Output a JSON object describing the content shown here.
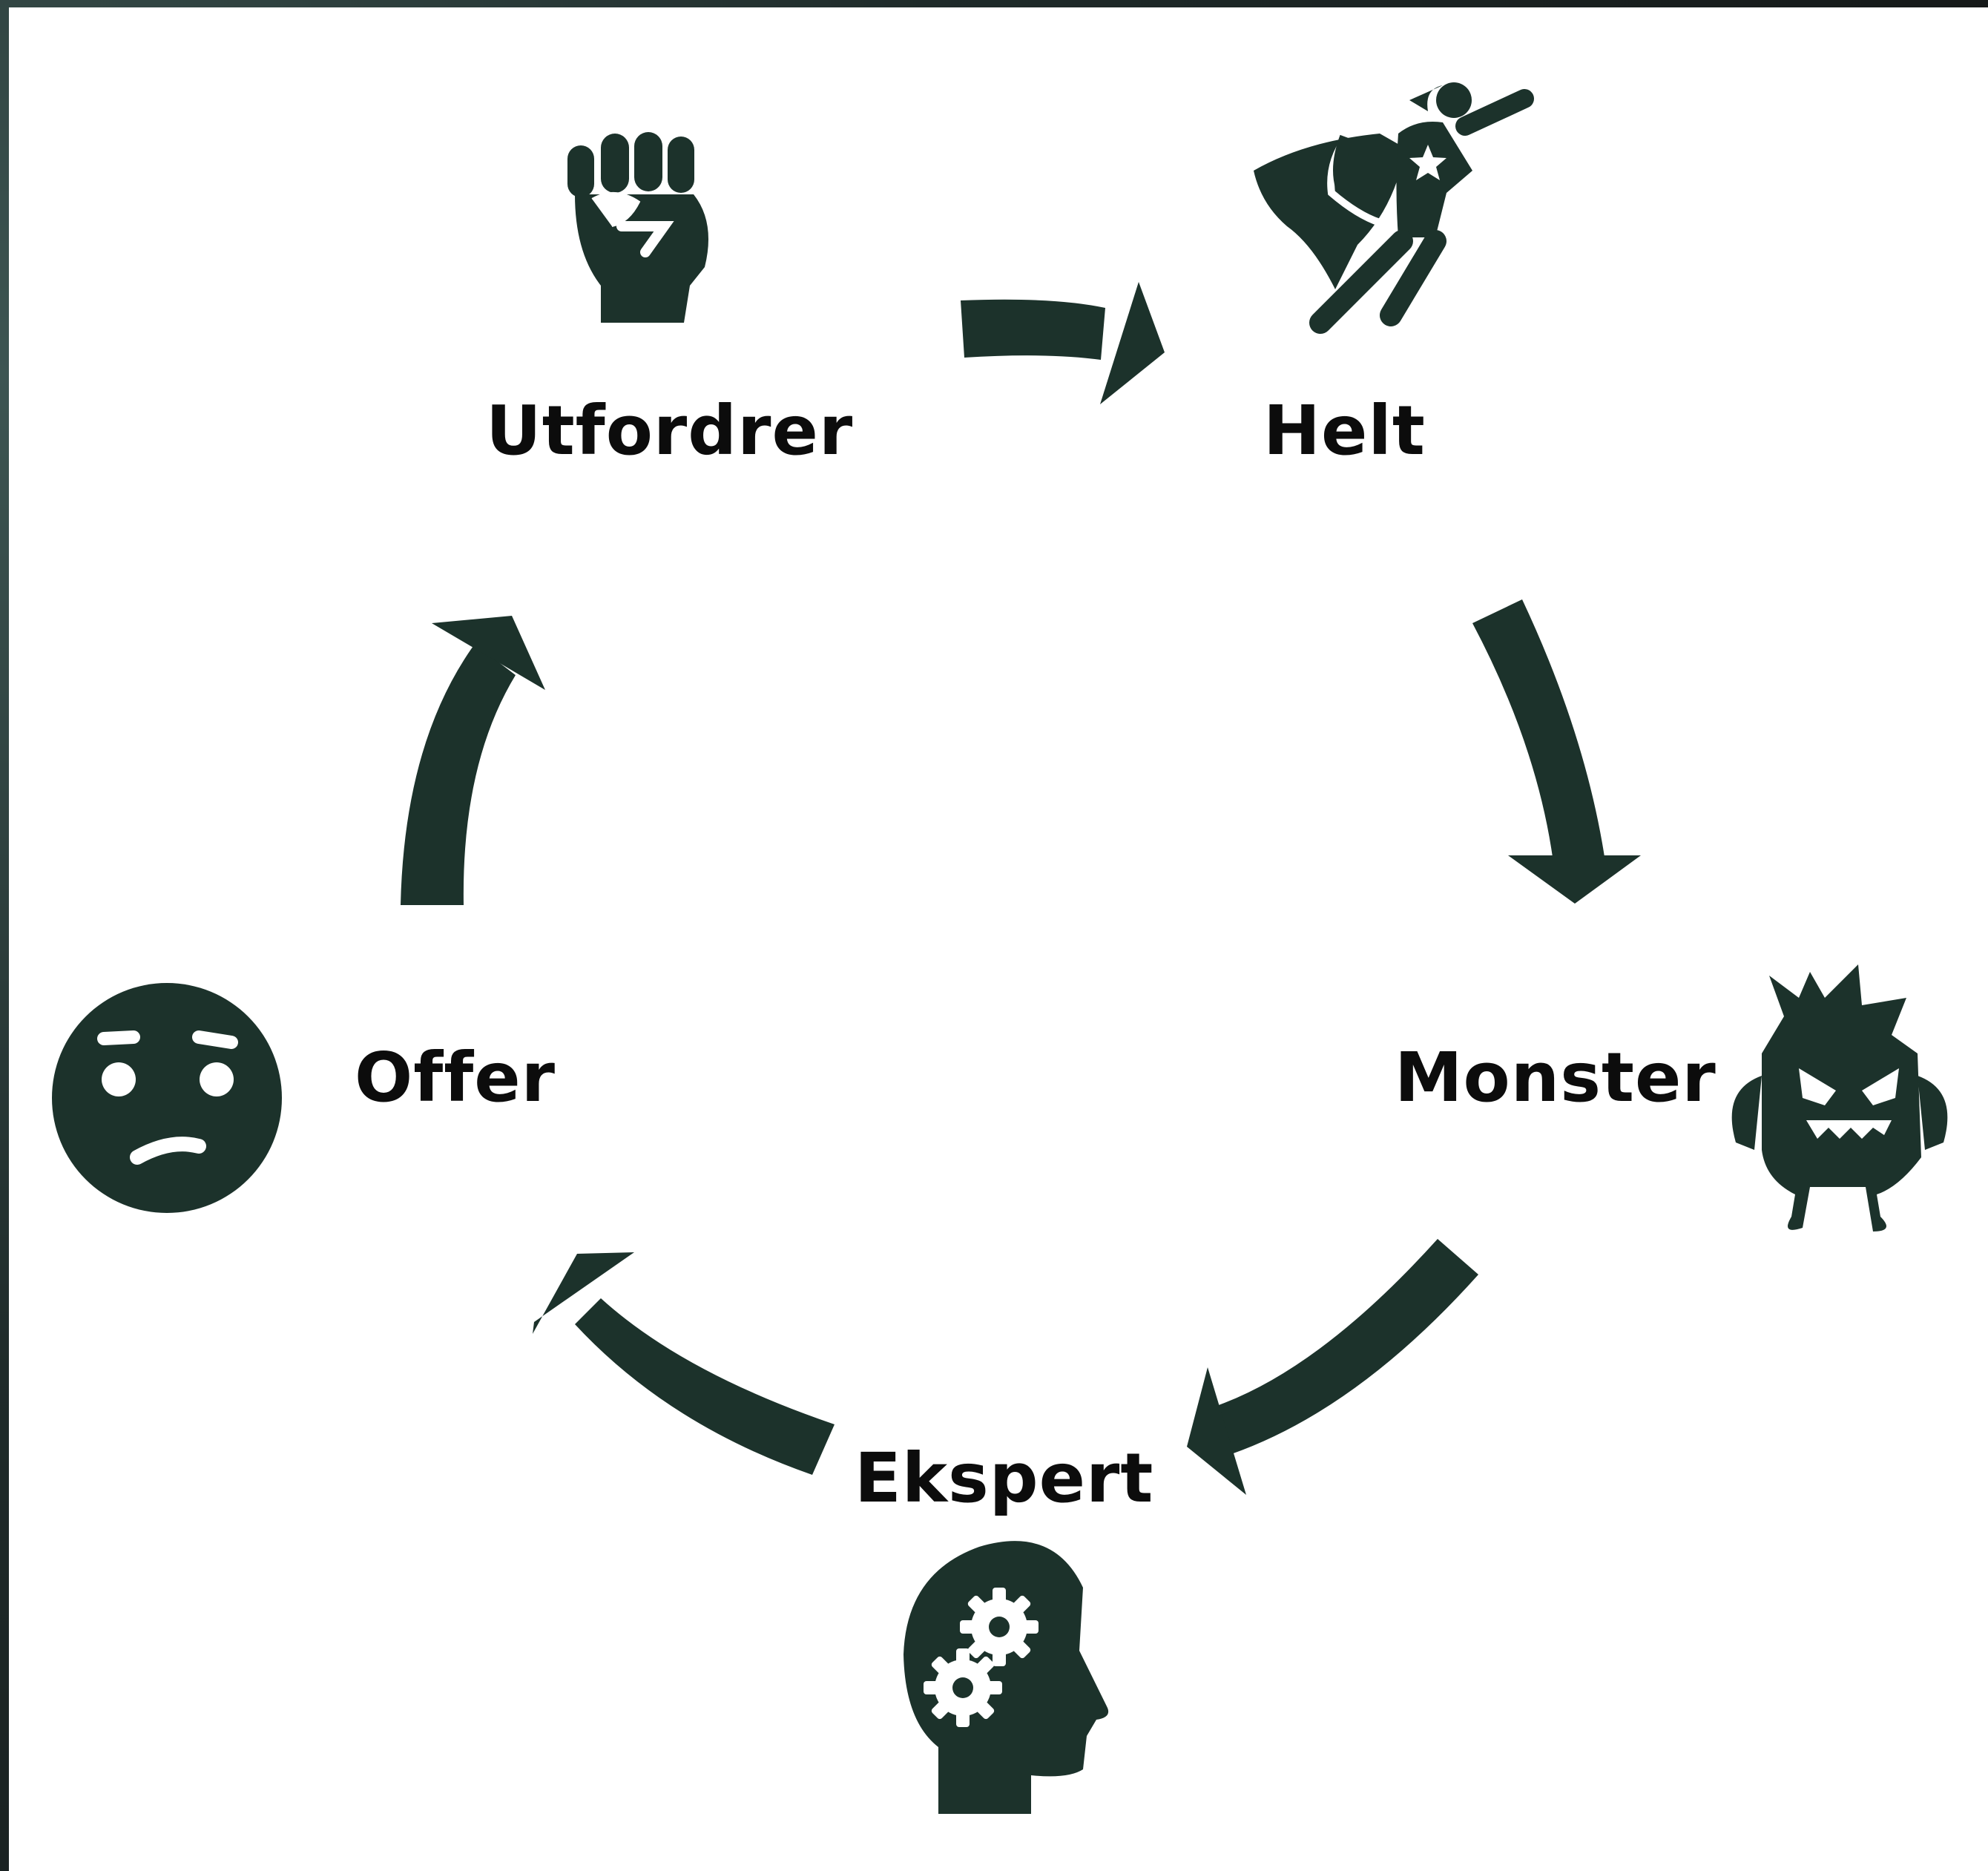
{
  "colors": {
    "icon_fill": "#1c322b",
    "arrow_fill": "#1c322b",
    "text": "#0c0c0c",
    "background": "#ffffff"
  },
  "nodes": [
    {
      "id": "utfordrer",
      "label": "Utfordrer",
      "icon": "raised-fist-icon"
    },
    {
      "id": "helt",
      "label": "Helt",
      "icon": "flying-superhero-icon"
    },
    {
      "id": "monster",
      "label": "Monster",
      "icon": "angry-monster-icon"
    },
    {
      "id": "ekspert",
      "label": "Ekspert",
      "icon": "head-with-gears-icon"
    },
    {
      "id": "offer",
      "label": "Offer",
      "icon": "worried-face-icon"
    }
  ],
  "cycle_order": [
    "utfordrer",
    "helt",
    "monster",
    "ekspert",
    "offer"
  ]
}
